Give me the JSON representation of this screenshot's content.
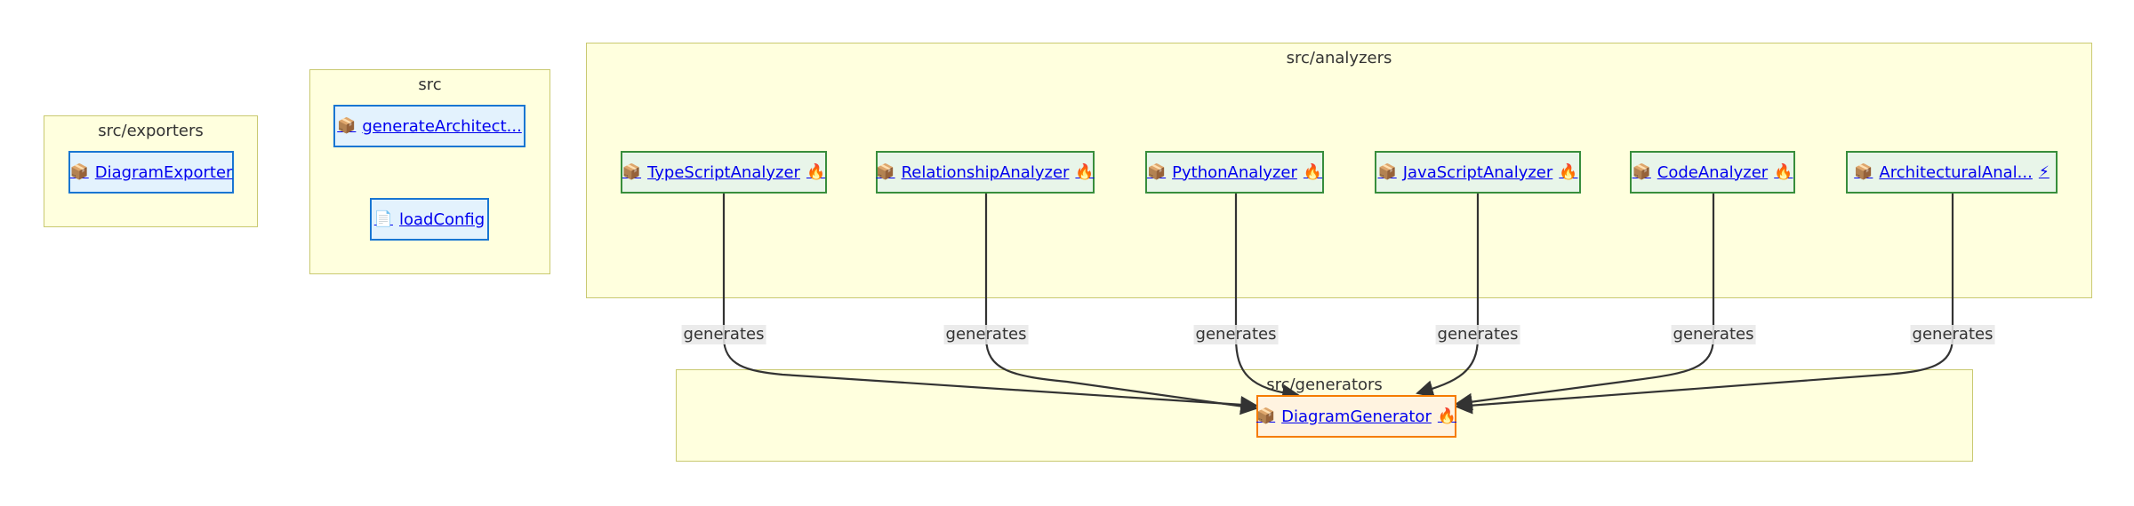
{
  "clusters": {
    "exporters": "src/exporters",
    "src": "src",
    "analyzers": "src/analyzers",
    "generators": "src/generators"
  },
  "nodes": {
    "diagram_exporter": {
      "label": "DiagramExporter",
      "glyph": "📦",
      "suffix": ""
    },
    "generate_architect": {
      "label": "generateArchitect...",
      "glyph": "📦",
      "suffix": ""
    },
    "load_config": {
      "label": "loadConfig",
      "glyph": "📄",
      "suffix": ""
    },
    "typescript_analyzer": {
      "label": "TypeScriptAnalyzer",
      "glyph": "📦",
      "suffix": "🔥"
    },
    "relationship_analyzer": {
      "label": "RelationshipAnalyzer",
      "glyph": "📦",
      "suffix": "🔥"
    },
    "python_analyzer": {
      "label": "PythonAnalyzer",
      "glyph": "📦",
      "suffix": "🔥"
    },
    "javascript_analyzer": {
      "label": "JavaScriptAnalyzer",
      "glyph": "📦",
      "suffix": "🔥"
    },
    "code_analyzer": {
      "label": "CodeAnalyzer",
      "glyph": "📦",
      "suffix": "🔥"
    },
    "architectural_anal": {
      "label": "ArchitecturalAnal...",
      "glyph": "📦",
      "suffix": "⚡"
    },
    "diagram_generator": {
      "label": "DiagramGenerator",
      "glyph": "📦",
      "suffix": "🔥"
    }
  },
  "edges": {
    "label": "generates",
    "from": [
      "typescript_analyzer",
      "relationship_analyzer",
      "python_analyzer",
      "javascript_analyzer",
      "code_analyzer",
      "architectural_anal"
    ],
    "to": "diagram_generator"
  },
  "colors": {
    "cluster_fill": "#ffffde",
    "cluster_border": "#c9c970",
    "blue_border": "#1976d2",
    "green_border": "#388e3c",
    "orange_border": "#f57c00",
    "link": "#0000ee",
    "edge": "#333333"
  }
}
